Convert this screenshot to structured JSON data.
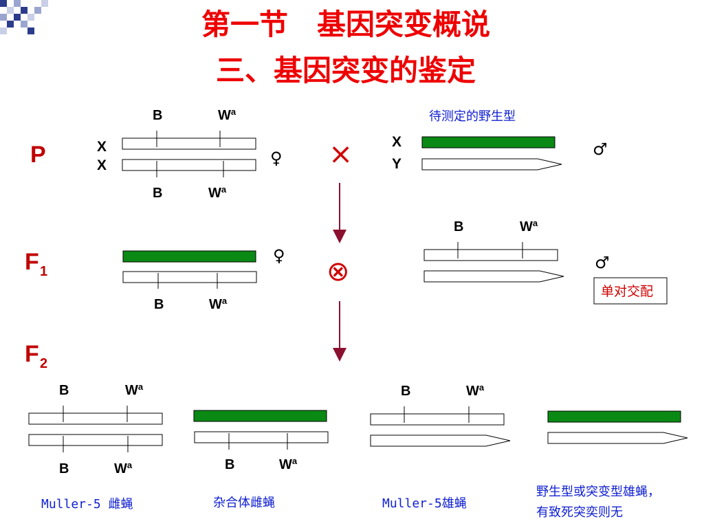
{
  "title": {
    "line1": "第一节　基因突变概说",
    "line2": "三、基因突变的鉴定"
  },
  "generations": {
    "p": "P",
    "f1": "F",
    "f1_sub": "1",
    "f2": "F",
    "f2_sub": "2"
  },
  "genes": {
    "b": "B",
    "w": "W",
    "w_sup": "a"
  },
  "chromosome_labels": {
    "x": "X",
    "y": "Y"
  },
  "symbols": {
    "female": "♀",
    "male": "♂",
    "cross": "×",
    "self_cross": "⊗"
  },
  "labels": {
    "wild_type_to_test": "待测定的野生型",
    "single_pair_mating": "单对交配",
    "muller5_female": "Muller-5 雌蝇",
    "heterozygous_female": "杂合体雌蝇",
    "muller5_male": "Muller-5雄蝇",
    "wild_or_mutant_male_line1": "野生型或突变型雄蝇，",
    "wild_or_mutant_male_line2": "有致死突奕则无"
  },
  "colors": {
    "title": "#ee0000",
    "generation": "#c00000",
    "wild_chromosome": "#0a8a14",
    "caption": "#1020d0",
    "arrow": "#8b1030"
  }
}
